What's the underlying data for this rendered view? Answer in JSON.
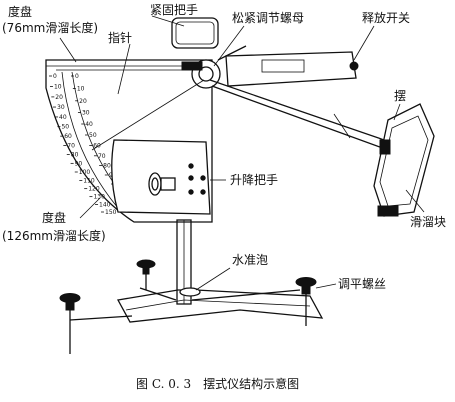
{
  "labels": {
    "dial_top": "度盘",
    "dial_top_sub": "(76mm滑溜长度)",
    "clamp_handle": "紧固把手",
    "lock_nut": "松紧调节螺母",
    "release_switch": "释放开关",
    "pointer": "指针",
    "pendulum": "摆",
    "lift_handle": "升降把手",
    "dial_bottom": "度盘",
    "dial_bottom_sub": "(126mm滑溜长度)",
    "slider": "滑溜块",
    "level_bubble": "水准泡",
    "leveling_screw": "调平螺丝"
  },
  "scale_outer": [
    "0",
    "10",
    "20",
    "30",
    "40",
    "50",
    "60",
    "70",
    "80",
    "90",
    "100",
    "110",
    "120",
    "130",
    "140",
    "150"
  ],
  "scale_inner": [
    "0",
    "10",
    "20",
    "30",
    "40",
    "50",
    "60",
    "70",
    "80",
    "90",
    "100"
  ],
  "caption": "图 C. 0. 3　摆式仪结构示意图"
}
